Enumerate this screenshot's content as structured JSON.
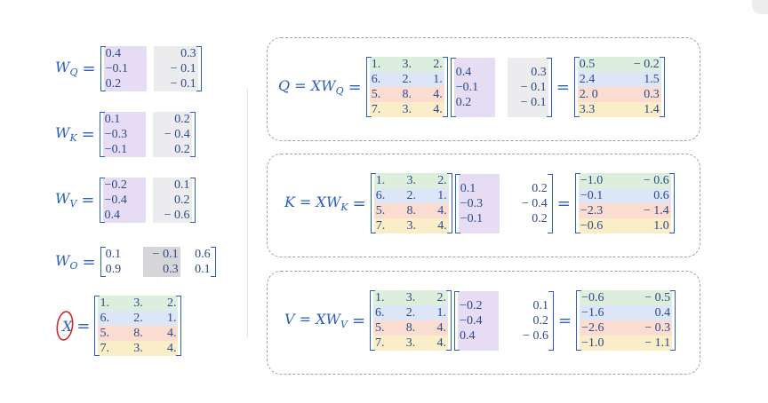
{
  "weights": {
    "wq": {
      "label": "W",
      "sub": "Q",
      "c1": [
        "0.4",
        "−0.1",
        "0.2"
      ],
      "c2": [
        "0.3",
        "− 0.1",
        "− 0.1"
      ]
    },
    "wk": {
      "label": "W",
      "sub": "K",
      "c1": [
        "0.1",
        "−0.3",
        "−0.1"
      ],
      "c2": [
        "0.2",
        "− 0.4",
        "0.2"
      ]
    },
    "wv": {
      "label": "W",
      "sub": "V",
      "c1": [
        "−0.2",
        "−0.4",
        "0.4"
      ],
      "c2": [
        "0.1",
        "0.2",
        "− 0.6"
      ]
    },
    "wo": {
      "label": "W",
      "sub": "O",
      "c1": [
        "0.1",
        "0.9"
      ],
      "c2": [
        "− 0.1",
        "0.3"
      ],
      "c3": [
        "0.6",
        "0.1"
      ]
    },
    "x": {
      "label": "X",
      "c1": [
        "1.",
        "6.",
        "5.",
        "7."
      ],
      "c2": [
        "3.",
        "2.",
        "8.",
        "3."
      ],
      "c3": [
        "2.",
        "1.",
        "4.",
        "4."
      ]
    }
  },
  "equations": {
    "q": {
      "lhs": "Q",
      "rhs": "XW",
      "sub": "Q",
      "r1": [
        "0.5",
        "2.4",
        "2. 0",
        "3.3"
      ],
      "r2": [
        "− 0.2",
        "1.5",
        "0.3",
        "1.4"
      ]
    },
    "k": {
      "lhs": "K",
      "rhs": "XW",
      "sub": "K",
      "r1": [
        "−1.0",
        "−0.1",
        "−2.3",
        "−0.6"
      ],
      "r2": [
        "− 0.6",
        "0.6",
        "− 1.4",
        "1.0"
      ]
    },
    "v": {
      "lhs": "V",
      "rhs": "XW",
      "sub": "V",
      "r1": [
        "−0.6",
        "−1.6",
        "−2.6",
        "−1.0"
      ],
      "r2": [
        "− 0.5",
        "0.4",
        "− 0.3",
        "− 1.1"
      ]
    }
  },
  "symbols": {
    "eq": "="
  },
  "colors": {
    "purple": "#e6dcf4",
    "grey": "#ececef",
    "green": "#ddeedd",
    "blue": "#dde6f6",
    "orange": "#fadcd0",
    "yellow": "#faeec8",
    "scribble": "#cc2a2a"
  }
}
